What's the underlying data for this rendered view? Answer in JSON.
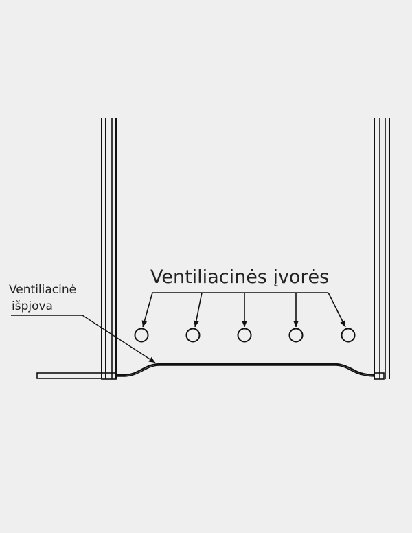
{
  "diagram": {
    "background": "#efefef",
    "line_color": "#111111",
    "labels": {
      "vents": "Ventiliacinės įvorės",
      "cut_line1": "Ventiliacinė",
      "cut_line2": "išpjova"
    }
  }
}
